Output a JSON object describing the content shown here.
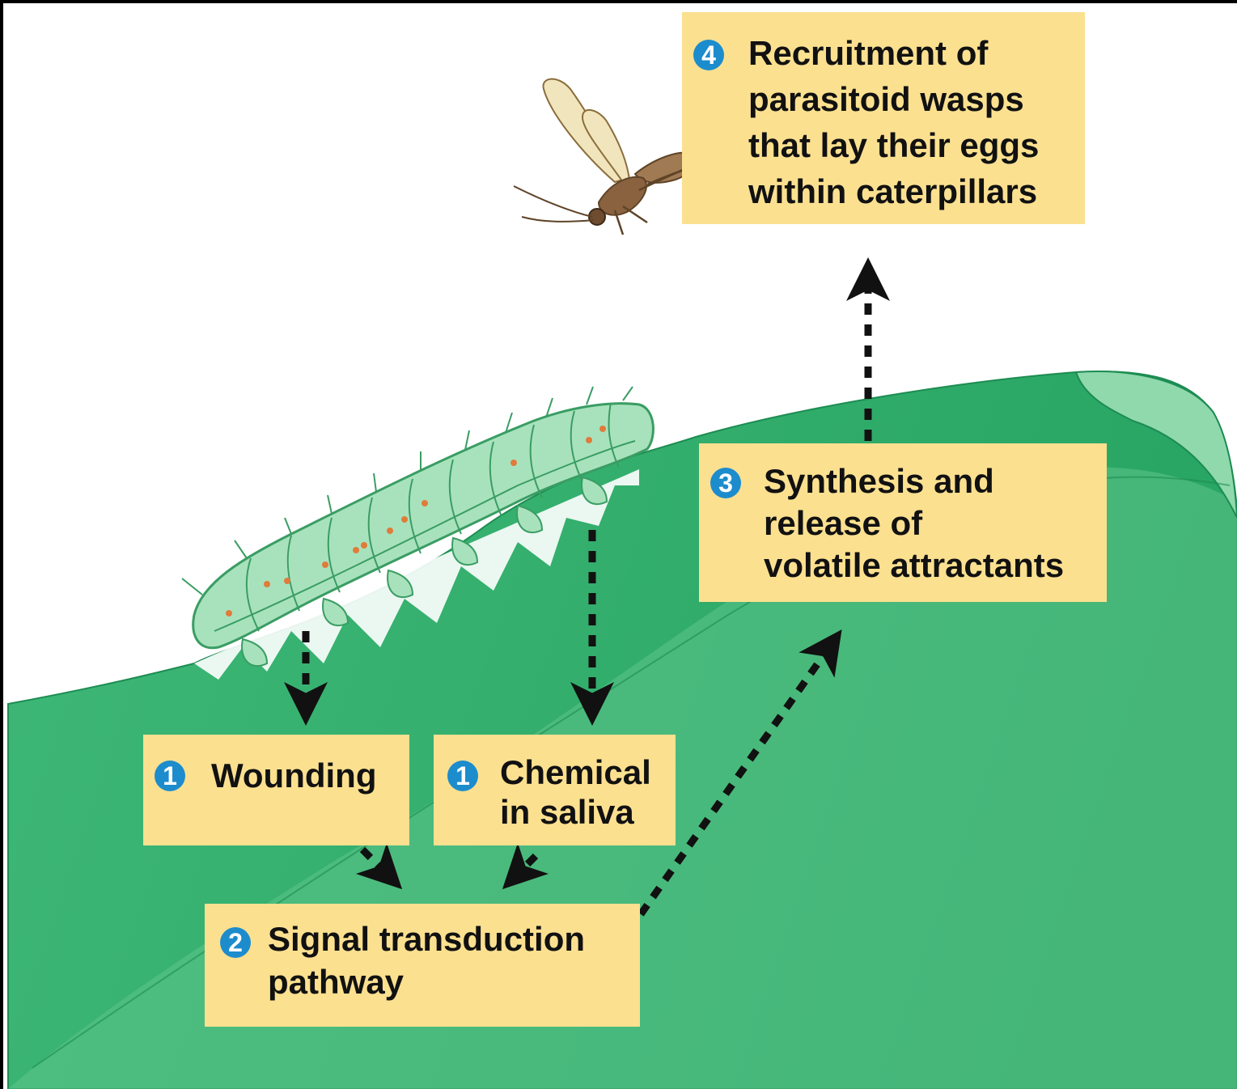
{
  "colors": {
    "leaf_dark": "#2fad6a",
    "leaf_light": "#7fd1a0",
    "caterpillar": "#a8e2bd",
    "label_fill": "#fbe090",
    "badge": "#1c8ccd",
    "arrow": "#111111"
  },
  "steps": [
    {
      "number": "1",
      "lines": [
        "Wounding"
      ]
    },
    {
      "number": "1",
      "lines": [
        "Chemical",
        "in saliva"
      ]
    },
    {
      "number": "2",
      "lines": [
        "Signal transduction",
        "pathway"
      ]
    },
    {
      "number": "3",
      "lines": [
        "Synthesis and",
        "release of",
        "volatile attractants"
      ]
    },
    {
      "number": "4",
      "lines": [
        "Recruitment of",
        "parasitoid wasps",
        "that lay their eggs",
        "within caterpillars"
      ]
    }
  ],
  "illustrations": [
    "leaf",
    "caterpillar",
    "parasitoid-wasp"
  ]
}
